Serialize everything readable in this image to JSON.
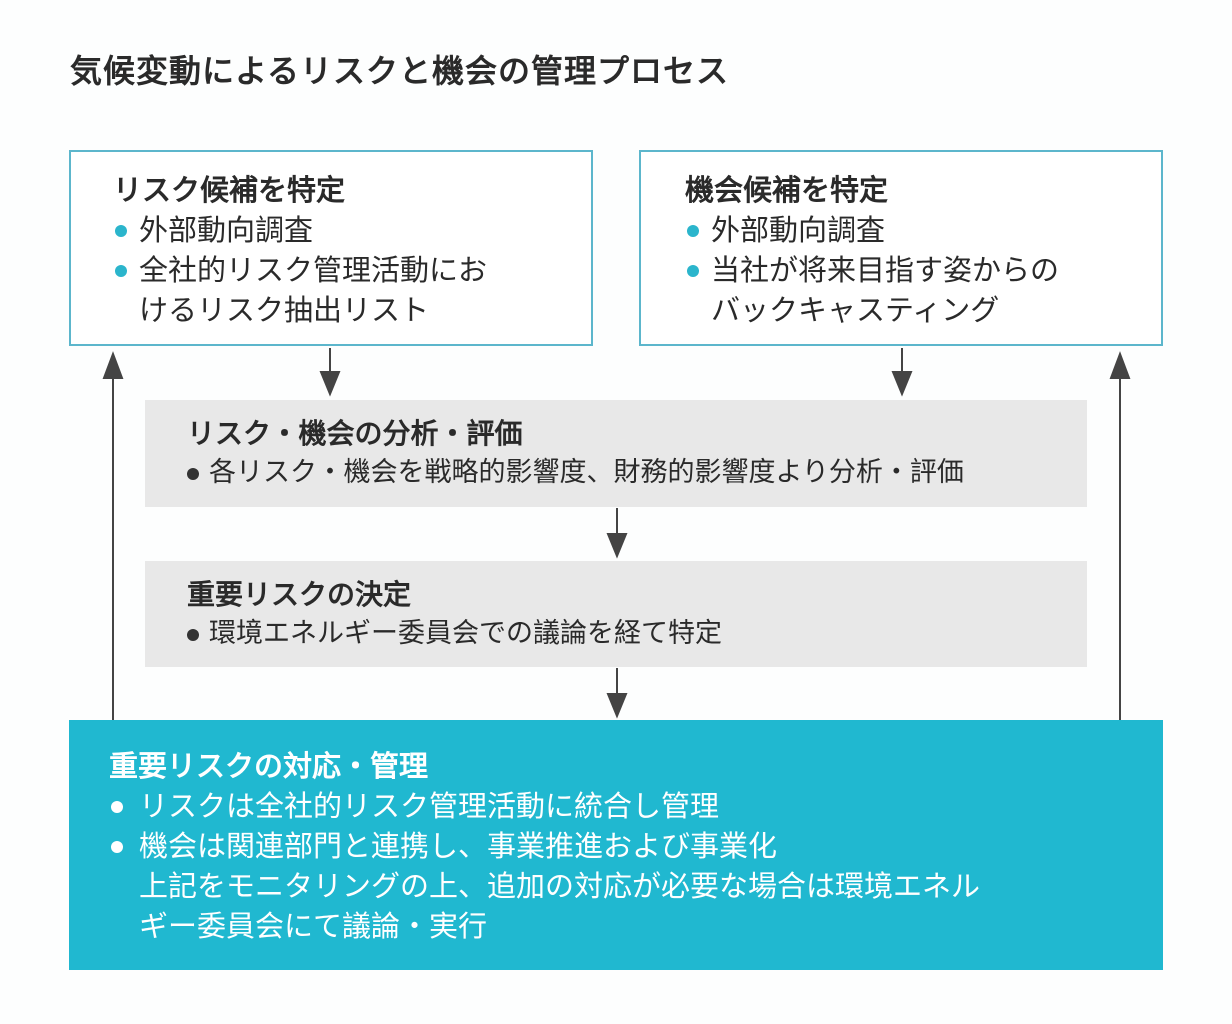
{
  "title": "気候変動によるリスクと機会の管理プロセス",
  "risk_box": {
    "heading": "リスク候補を特定",
    "items": [
      "外部動向調査",
      "全社的リスク管理活動にお",
      "けるリスク抽出リスト"
    ]
  },
  "opportunity_box": {
    "heading": "機会候補を特定",
    "items": [
      "外部動向調査",
      "当社が将来目指す姿からの",
      "バックキャスティング"
    ]
  },
  "analysis_box": {
    "heading": "リスク・機会の分析・評価",
    "item": "各リスク・機会を戦略的影響度、財務的影響度より分析・評価"
  },
  "decision_box": {
    "heading": "重要リスクの決定",
    "item": "環境エネルギー委員会での議論を経て特定"
  },
  "management_box": {
    "heading": "重要リスクの対応・管理",
    "items": [
      "リスクは全社的リスク管理活動に統合し管理",
      "機会は関連部門と連携し、事業推進および事業化",
      "上記をモニタリングの上、追加の対応が必要な場合は環境エネル",
      "ギー委員会にて議論・実行"
    ]
  },
  "colors": {
    "accent": "#20b8d0",
    "border": "#5cb6cc",
    "gray": "#e8e8e8",
    "arrow": "#444444"
  }
}
